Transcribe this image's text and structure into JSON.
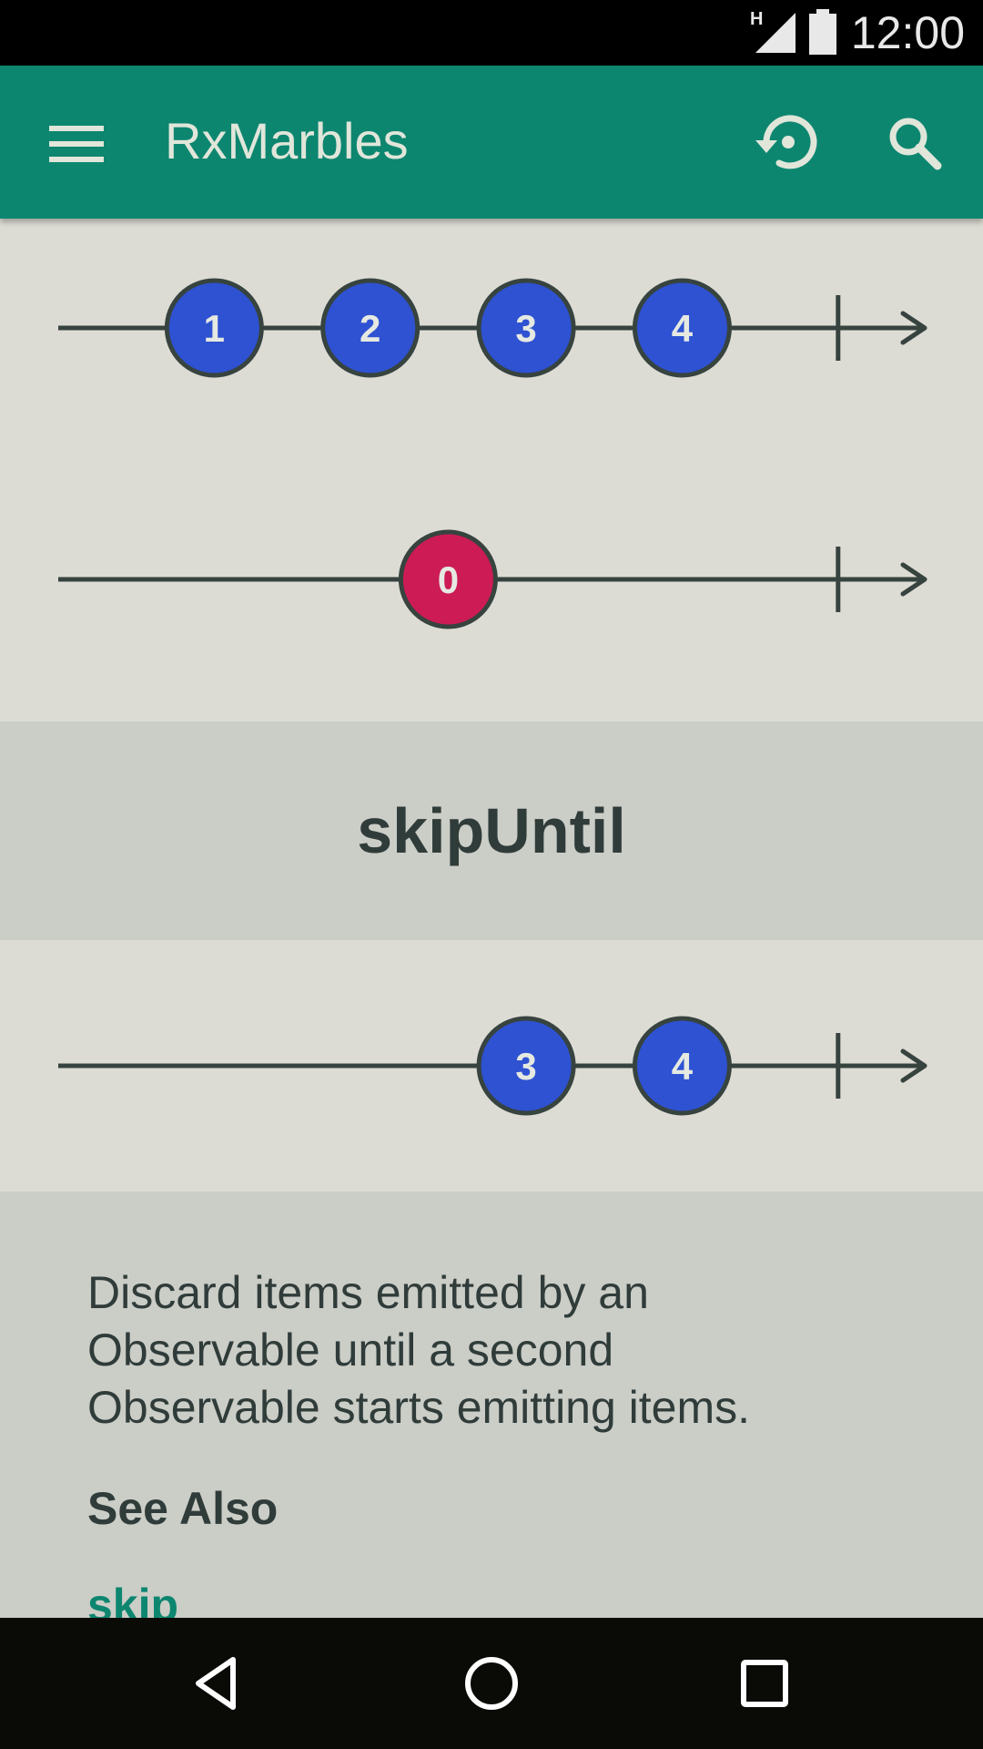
{
  "status_bar": {
    "time": "12:00",
    "network_label": "H"
  },
  "app_bar": {
    "title": "RxMarbles",
    "icons": [
      "menu-icon",
      "history-icon",
      "search-icon"
    ]
  },
  "colors": {
    "primary": "#0D8670",
    "marble_blue": "#2E52D2",
    "marble_red": "#CC1B55",
    "line": "#37433F",
    "background": "#DDDCD4",
    "panel": "#CBCDC7"
  },
  "timelines": {
    "input_1": {
      "items": [
        {
          "label": "1",
          "t": 0.18,
          "color": "#2E52D2"
        },
        {
          "label": "2",
          "t": 0.36,
          "color": "#2E52D2"
        },
        {
          "label": "3",
          "t": 0.54,
          "color": "#2E52D2"
        },
        {
          "label": "4",
          "t": 0.72,
          "color": "#2E52D2"
        }
      ],
      "completion_t": 0.9
    },
    "input_2": {
      "items": [
        {
          "label": "0",
          "t": 0.45,
          "color": "#CC1B55"
        }
      ],
      "completion_t": 0.9
    },
    "output": {
      "items": [
        {
          "label": "3",
          "t": 0.54,
          "color": "#2E52D2"
        },
        {
          "label": "4",
          "t": 0.72,
          "color": "#2E52D2"
        }
      ],
      "completion_t": 0.9
    }
  },
  "operator": {
    "name": "skipUntil"
  },
  "description": {
    "lines": [
      "Discard items emitted by an",
      "Observable until a second",
      "Observable starts emitting items."
    ],
    "see_also_heading": "See Also",
    "see_also_link": "skip"
  },
  "nav_bar": {
    "icons": [
      "back-icon",
      "home-icon",
      "recents-icon"
    ]
  }
}
